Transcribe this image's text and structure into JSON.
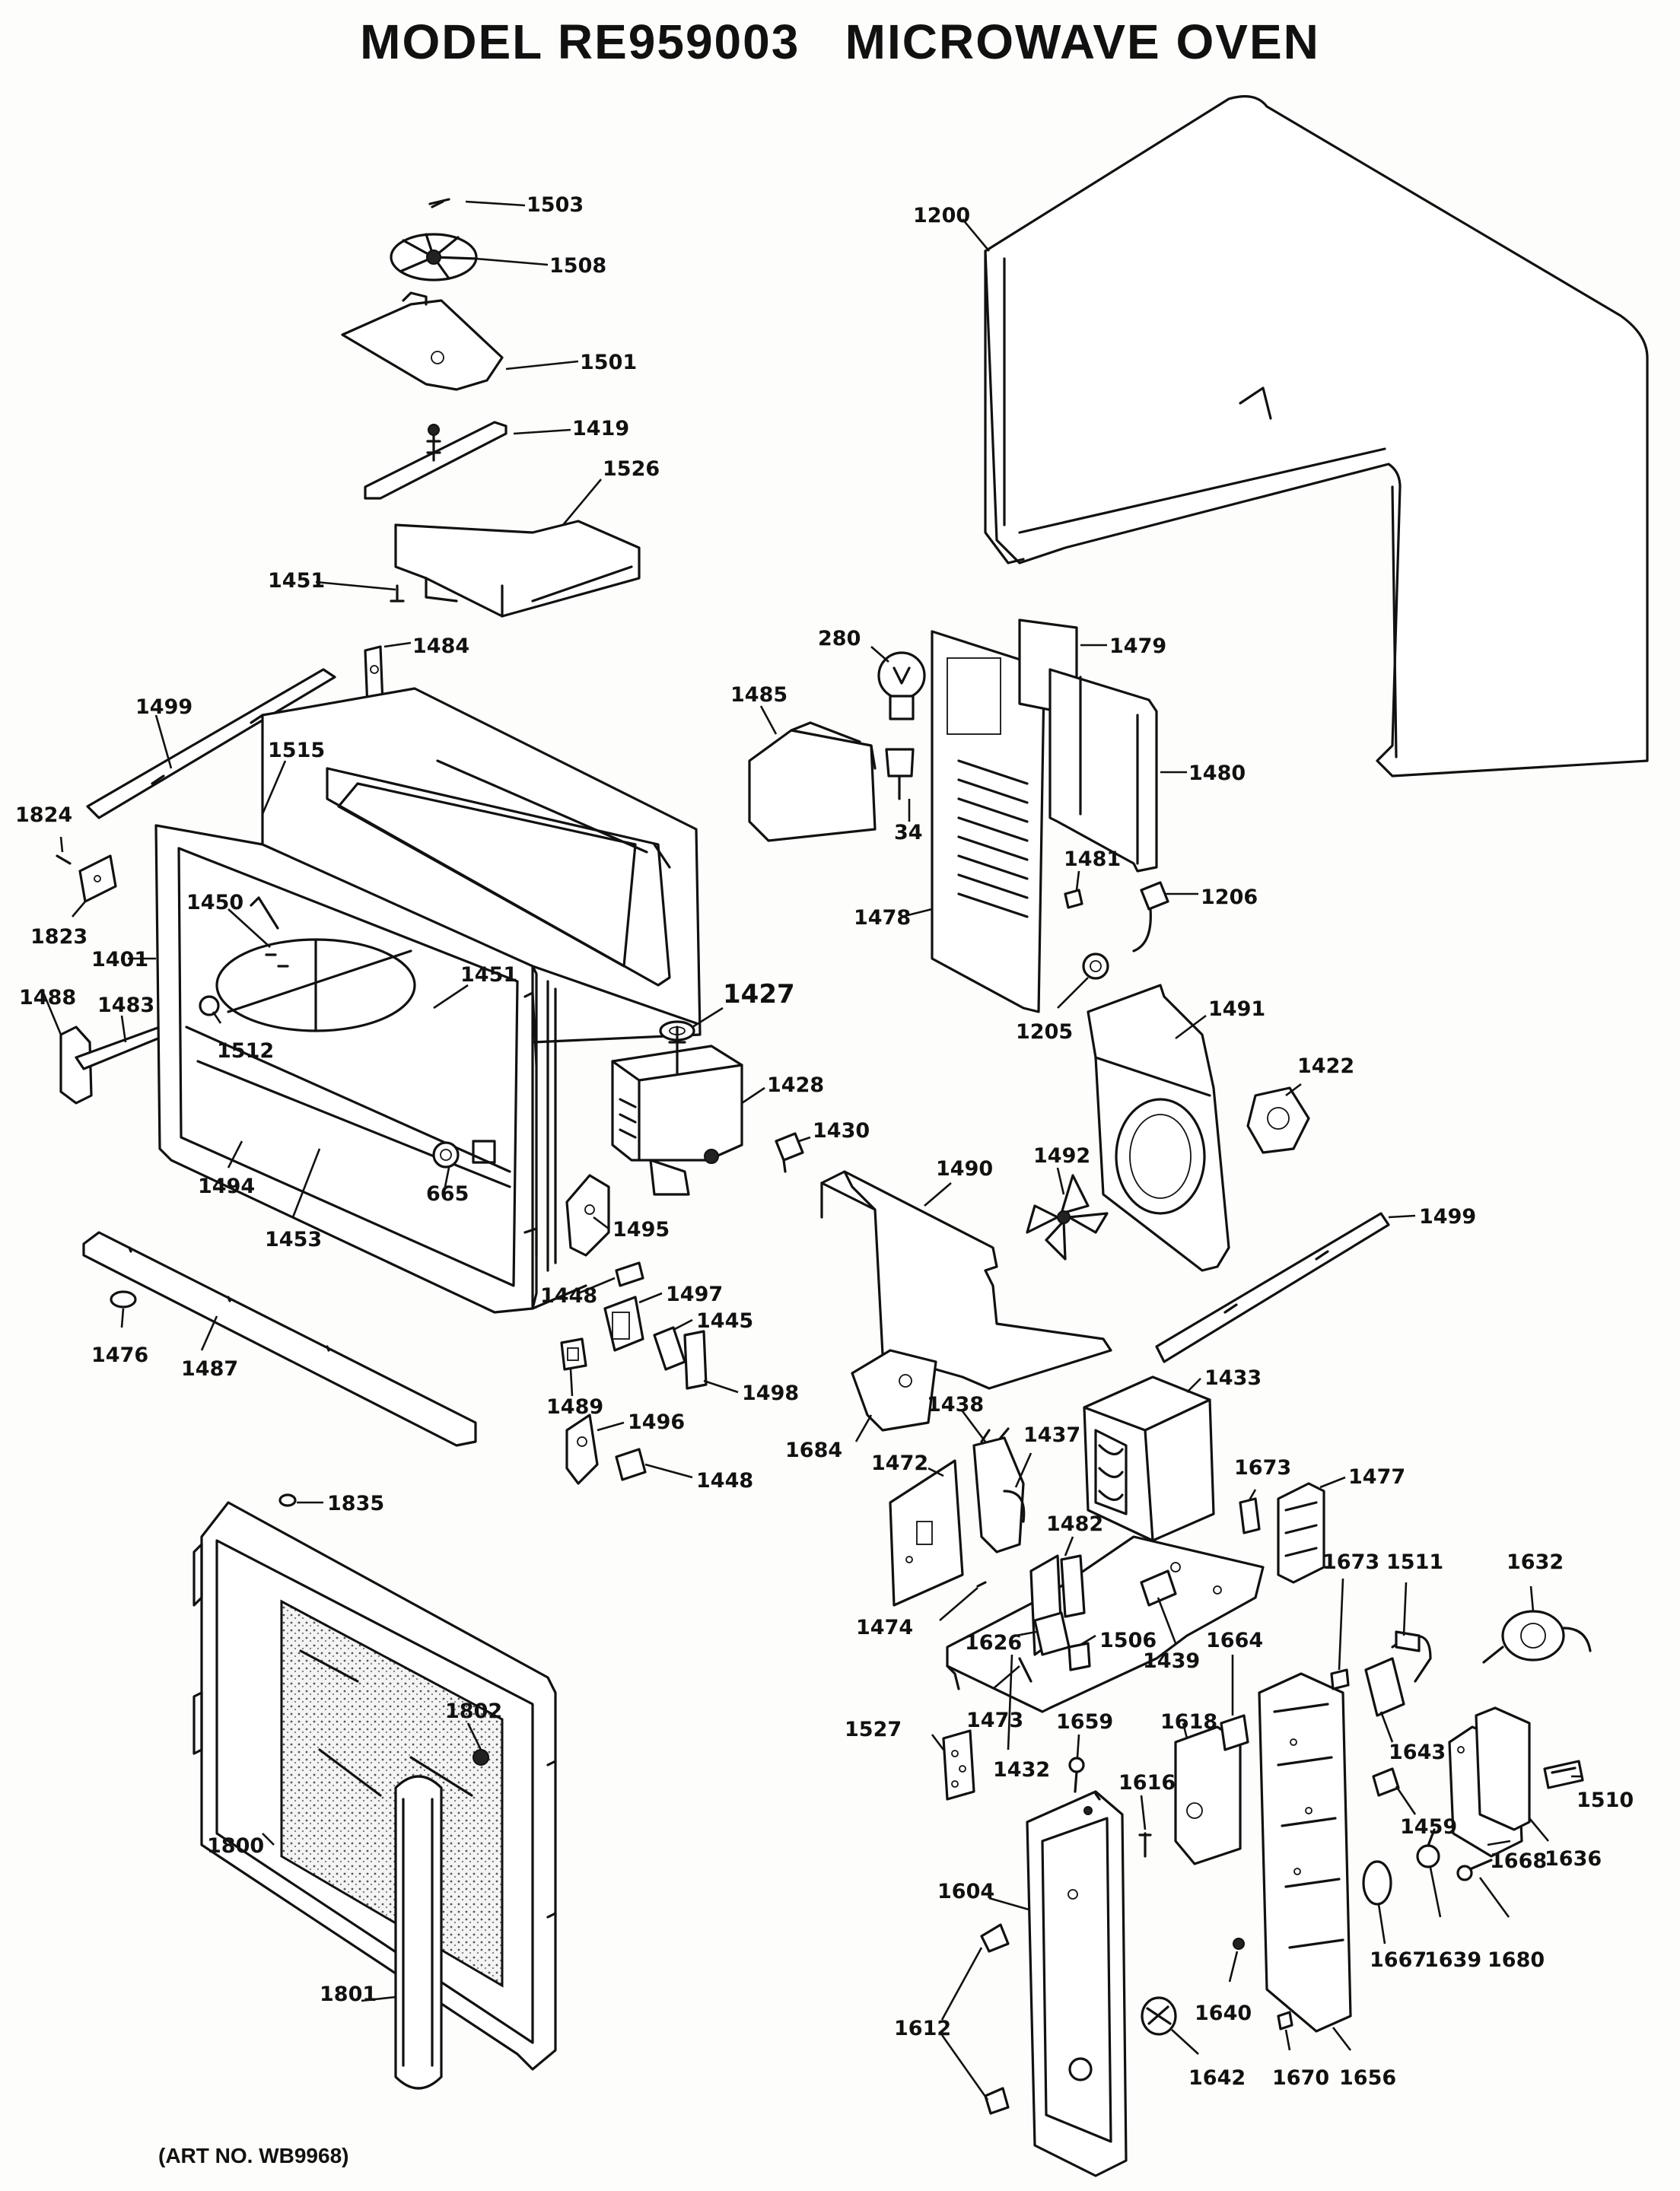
{
  "title": "MODEL RE959003   MICROWAVE OVEN",
  "art_no": "(ART NO. WB9968)",
  "parts": {
    "p1503": "1503",
    "p1508": "1508",
    "p1501": "1501",
    "p1419": "1419",
    "p1526": "1526",
    "p1451a": "1451",
    "p1200": "1200",
    "p280": "280",
    "p1479": "1479",
    "p1485": "1485",
    "p1480": "1480",
    "p34": "34",
    "p1484": "1484",
    "p1499a": "1499",
    "p1515": "1515",
    "p1824": "1824",
    "p1823": "1823",
    "p1450": "1450",
    "p1401": "1401",
    "p1451b": "1451",
    "p1488": "1488",
    "p1483": "1483",
    "p1512": "1512",
    "p1427": "1427",
    "p1481": "1481",
    "p1206": "1206",
    "p1478": "1478",
    "p1205": "1205",
    "p1491": "1491",
    "p1422": "1422",
    "p1428": "1428",
    "p1430": "1430",
    "p1494": "1494",
    "p665": "665",
    "p1453": "1453",
    "p1490": "1490",
    "p1492": "1492",
    "p1495": "1495",
    "p1499b": "1499",
    "p1448a": "1448",
    "p1497": "1497",
    "p1445": "1445",
    "p1476": "1476",
    "p1487": "1487",
    "p1489": "1489",
    "p1498": "1498",
    "p1433": "1433",
    "p1684": "1684",
    "p1438": "1438",
    "p1496": "1496",
    "p1437": "1437",
    "p1448b": "1448",
    "p1472": "1472",
    "p1673a": "1673",
    "p1477": "1477",
    "p1835": "1835",
    "p1482": "1482",
    "p1673b": "1673",
    "p1511": "1511",
    "p1632": "1632",
    "p1474": "1474",
    "p1626": "1626",
    "p1506": "1506",
    "p1439": "1439",
    "p1664": "1664",
    "p1802": "1802",
    "p1473": "1473",
    "p1659": "1659",
    "p1618": "1618",
    "p1643": "1643",
    "p1527": "1527",
    "p1432": "1432",
    "p1616": "1616",
    "p1459": "1459",
    "p1510": "1510",
    "p1800": "1800",
    "p1604": "1604",
    "p1668": "1668",
    "p1636": "1636",
    "p1801": "1801",
    "p1667": "1667",
    "p1639": "1639",
    "p1680": "1680",
    "p1612": "1612",
    "p1640": "1640",
    "p1642": "1642",
    "p1670": "1670",
    "p1656": "1656"
  }
}
